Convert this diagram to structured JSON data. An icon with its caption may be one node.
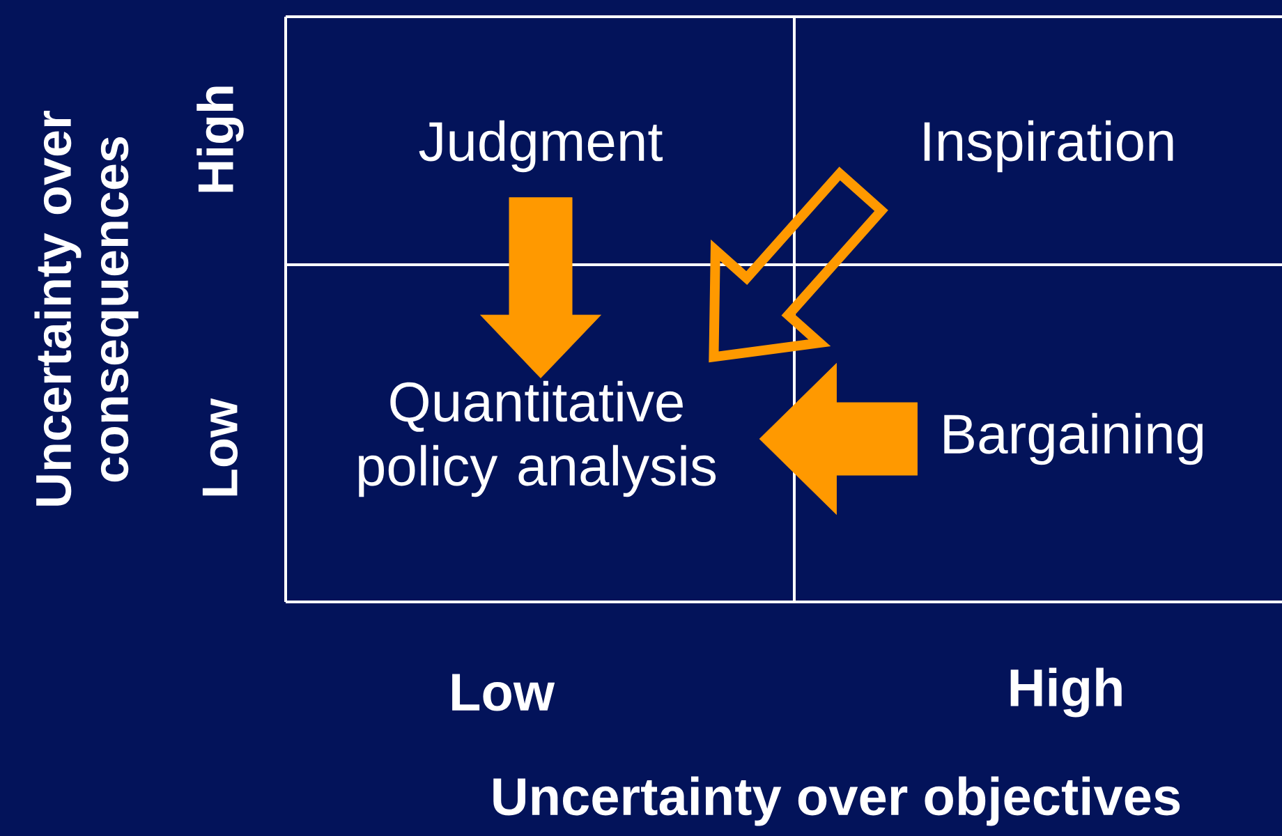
{
  "diagram": {
    "nodes": [
      {
        "text": [
          "Judgment"
        ]
      },
      {
        "text": [
          "Inspiration"
        ]
      },
      {
        "text": [
          "Quantitative policy analysis"
        ]
      },
      {
        "text": [
          "Bargaining"
        ]
      }
    ],
    "edges": [
      {
        "from": 0,
        "to": 2,
        "arrow": "to"
      },
      {
        "from": 1,
        "to": 2,
        "arrow": "to"
      },
      {
        "from": 3,
        "to": 2,
        "arrow": "to"
      }
    ],
    "labels": [
      "Uncertainty over consequences",
      "High",
      "Low",
      "Low",
      "High",
      "Uncertainty over objectives"
    ]
  }
}
